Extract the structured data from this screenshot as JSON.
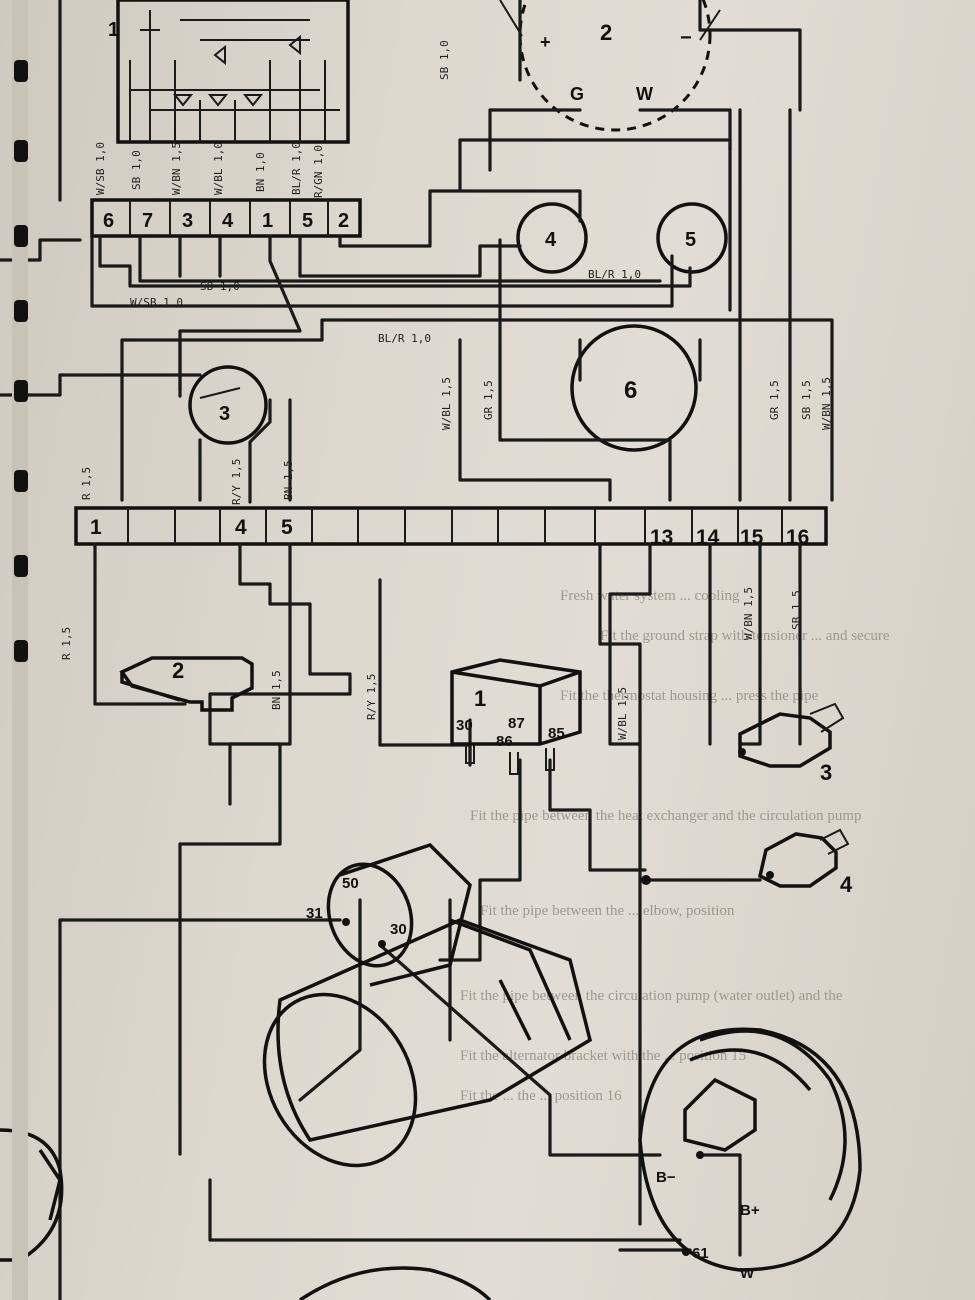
{
  "strip_top": [
    "6",
    "7",
    "3",
    "4",
    "1",
    "5",
    "2"
  ],
  "strip_top_wire_labels": [
    "W/SB 1,0",
    "SB 1,0",
    "W/BN 1,5",
    "W/BL 1,0",
    "BN 1,0",
    "BL/R 1,0",
    "R/GN 1,0"
  ],
  "strip_main": [
    "1",
    "",
    "",
    "",
    "4",
    "5",
    "",
    "",
    "",
    "",
    "",
    "",
    "",
    "13",
    "14",
    "15",
    "16"
  ],
  "components": {
    "c1_top": "1",
    "c2_top": "2",
    "c4_top": "4",
    "c5_top": "5",
    "c6_top": "6",
    "c3_top": "3",
    "c2_bottom": "2",
    "c1_relay": "1",
    "c3_bottom": "3",
    "c4_bottom": "4"
  },
  "generator_terms": {
    "plus": "+",
    "minus": "−",
    "g": "G",
    "w": "W"
  },
  "relay_terms": [
    "30",
    "87",
    "86",
    "85"
  ],
  "motor_terms": [
    "50",
    "31",
    "30"
  ],
  "alternator_terms": [
    "B−",
    "B+",
    "61",
    "W"
  ],
  "wire_labels": {
    "sb_top": "SB 1,0",
    "w_sb": "W/SB 1,0",
    "bl_r_mid": "BL/R 1,0",
    "bl_r_top": "BL/R 1,0",
    "r_15_a": "R 1,5",
    "r_y_15_a": "R/Y 1,5",
    "bn_15_a": "BN 1,5",
    "w_bl_15_a": "W/BL 1,5",
    "gr_15_a": "GR 1,5",
    "gr_15_b": "GR 1,5",
    "sb_15_a": "SB 1,5",
    "w_bn_15_a": "W/BN 1,5",
    "r_15_b": "R 1,5",
    "bn_15_b": "BN 1,5",
    "r_y_15_b": "R/Y 1,5",
    "w_bn_15_b": "W/BN 1,5",
    "sb_15_b": "SB 1,5",
    "w_bl_15_b": "W/BL 1,5",
    "sb_gen": "SB 1,0"
  },
  "ghost_text": [
    "Fit the ground strap with tensioner ... and secure",
    "Fresh water system ... cooling",
    "Fit the thermostat housing ... press the pipe",
    "Fit the pipe between the heat exchanger and the circulation pump",
    "Fit the pipe between the ... elbow, position",
    "Fit the pipe between the circulation pump (water outlet) and the",
    "Fit the alternator bracket with the ... position 15",
    "Fit the ... the ... position 16"
  ]
}
